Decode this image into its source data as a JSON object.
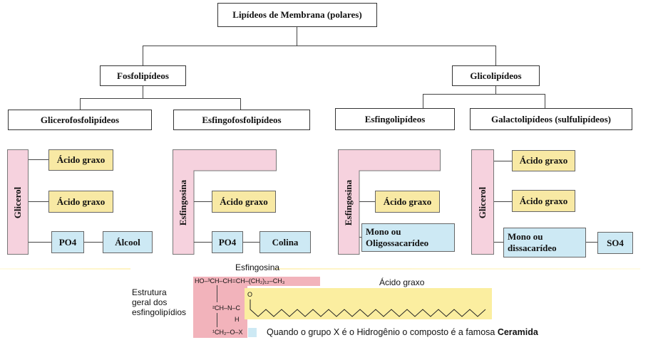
{
  "root": "Lipídeos de Membrana (polares)",
  "level1": [
    "Fosfolipídeos",
    "Glicolipídeos"
  ],
  "level2": [
    "Glicerofosfolipídeos",
    "Esfingofosfolipídeos",
    "Esfingolipídeos",
    "Galactolipídeos (sulfulipídeos)"
  ],
  "schemes": {
    "glicero": {
      "backbone": "Glicerol",
      "acid1": "Ácido graxo",
      "acid2": "Ácido graxo",
      "phosphate": "PO4",
      "head": "Álcool"
    },
    "esfingofosfo": {
      "backbone": "Esfingosina",
      "acid": "Ácido graxo",
      "phosphate": "PO4",
      "head": "Colina"
    },
    "esfingo": {
      "backbone": "Esfingosina",
      "acid": "Ácido graxo",
      "sugar": "Mono ou\nOligossacarídeo"
    },
    "galacto": {
      "backbone": "Glicerol",
      "acid1": "Ácido graxo",
      "acid2": "Ácido graxo",
      "sugar": "Mono ou\ndissacarídeo",
      "head": "SO4"
    }
  },
  "structure": {
    "title": "Esfingosina",
    "acid_label": "Ácido graxo",
    "side_label": "Estrutura\ngeral dos\nesfingolipídios",
    "formula_top": "HO–³CH–CH=CH–(CH₂)₁₂–CH₃",
    "formula_mid": "²CH–N–C",
    "formula_h": "H",
    "formula_o": "O",
    "formula_bottom": "¹CH₂–O–X",
    "note_prefix": "Quando o grupo X é o Hidrogênio o composto é a famosa ",
    "note_bold": "Ceramida"
  },
  "colors": {
    "pink": "#f6d2de",
    "yellow": "#f8e9a4",
    "blue": "#cde9f4",
    "struct_pink": "#f2b3bb",
    "struct_yellow": "#fbeea0"
  }
}
